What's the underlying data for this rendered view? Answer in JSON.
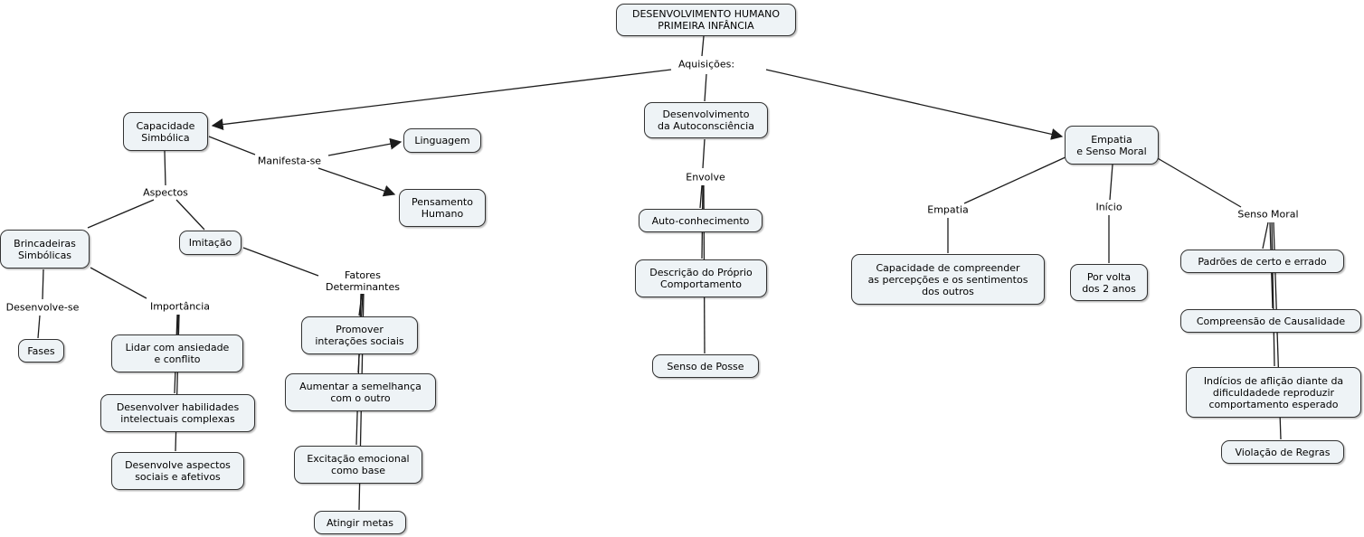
{
  "colors": {
    "background": "#ffffff",
    "node_fill": "#eef3f6",
    "node_border": "#333333",
    "line": "#1c1c1c",
    "text": "#000000"
  },
  "nodes": {
    "root": {
      "label": "DESENVOLVIMENTO HUMANO\nPRIMEIRA INFÂNCIA"
    },
    "capacidade_simbolica": {
      "label": "Capacidade\nSimbólica"
    },
    "linguagem": {
      "label": "Linguagem"
    },
    "pensamento_humano": {
      "label": "Pensamento\nHumano"
    },
    "desenvolvimento_autoconsciencia": {
      "label": "Desenvolvimento\nda Autoconsciência"
    },
    "empatia_senso_moral": {
      "label": "Empatia\ne Senso Moral"
    },
    "brincadeiras_simbolicas": {
      "label": "Brincadeiras\nSimbólicas"
    },
    "imitacao": {
      "label": "Imitação"
    },
    "auto_conhecimento": {
      "label": "Auto-conhecimento"
    },
    "descricao_comportamento": {
      "label": "Descrição do Próprio\nComportamento"
    },
    "senso_posse": {
      "label": "Senso de Posse"
    },
    "capacidade_compreender": {
      "label": "Capacidade de compreender\nas percepções e os sentimentos\ndos outros"
    },
    "por_volta_2_anos": {
      "label": "Por volta\ndos 2 anos"
    },
    "padroes_certo_errado": {
      "label": "Padrões de certo e errado"
    },
    "compreensao_causalidade": {
      "label": "Compreensão de Causalidade"
    },
    "indicios_aflicao": {
      "label": "Indícios de aflição diante da\ndificuldadede reproduzir\ncomportamento esperado"
    },
    "violacao_regras": {
      "label": "Violação de Regras"
    },
    "fases": {
      "label": "Fases"
    },
    "lidar_ansiedade": {
      "label": "Lidar com ansiedade\ne conflito"
    },
    "desenvolver_habilidades": {
      "label": "Desenvolver habilidades\nintelectuais complexas"
    },
    "desenvolve_aspectos": {
      "label": "Desenvolve aspectos\nsociais e afetivos"
    },
    "promover_interacoes": {
      "label": "Promover\ninterações sociais"
    },
    "aumentar_semelhanca": {
      "label": "Aumentar a semelhança\ncom o outro"
    },
    "excitacao_emocional": {
      "label": "Excitação emocional\ncomo base"
    },
    "atingir_metas": {
      "label": "Atingir metas"
    }
  },
  "labels": {
    "aquisicoes": {
      "text": "Aquisições:"
    },
    "manifesta_se": {
      "text": "Manifesta-se"
    },
    "aspectos": {
      "text": "Aspectos"
    },
    "desenvolve_se": {
      "text": "Desenvolve-se"
    },
    "importancia": {
      "text": "Importância"
    },
    "fatores_determinantes": {
      "text": "Fatores\nDeterminantes"
    },
    "envolve": {
      "text": "Envolve"
    },
    "empatia": {
      "text": "Empatia"
    },
    "inicio": {
      "text": "Início"
    },
    "senso_moral": {
      "text": "Senso Moral"
    }
  }
}
